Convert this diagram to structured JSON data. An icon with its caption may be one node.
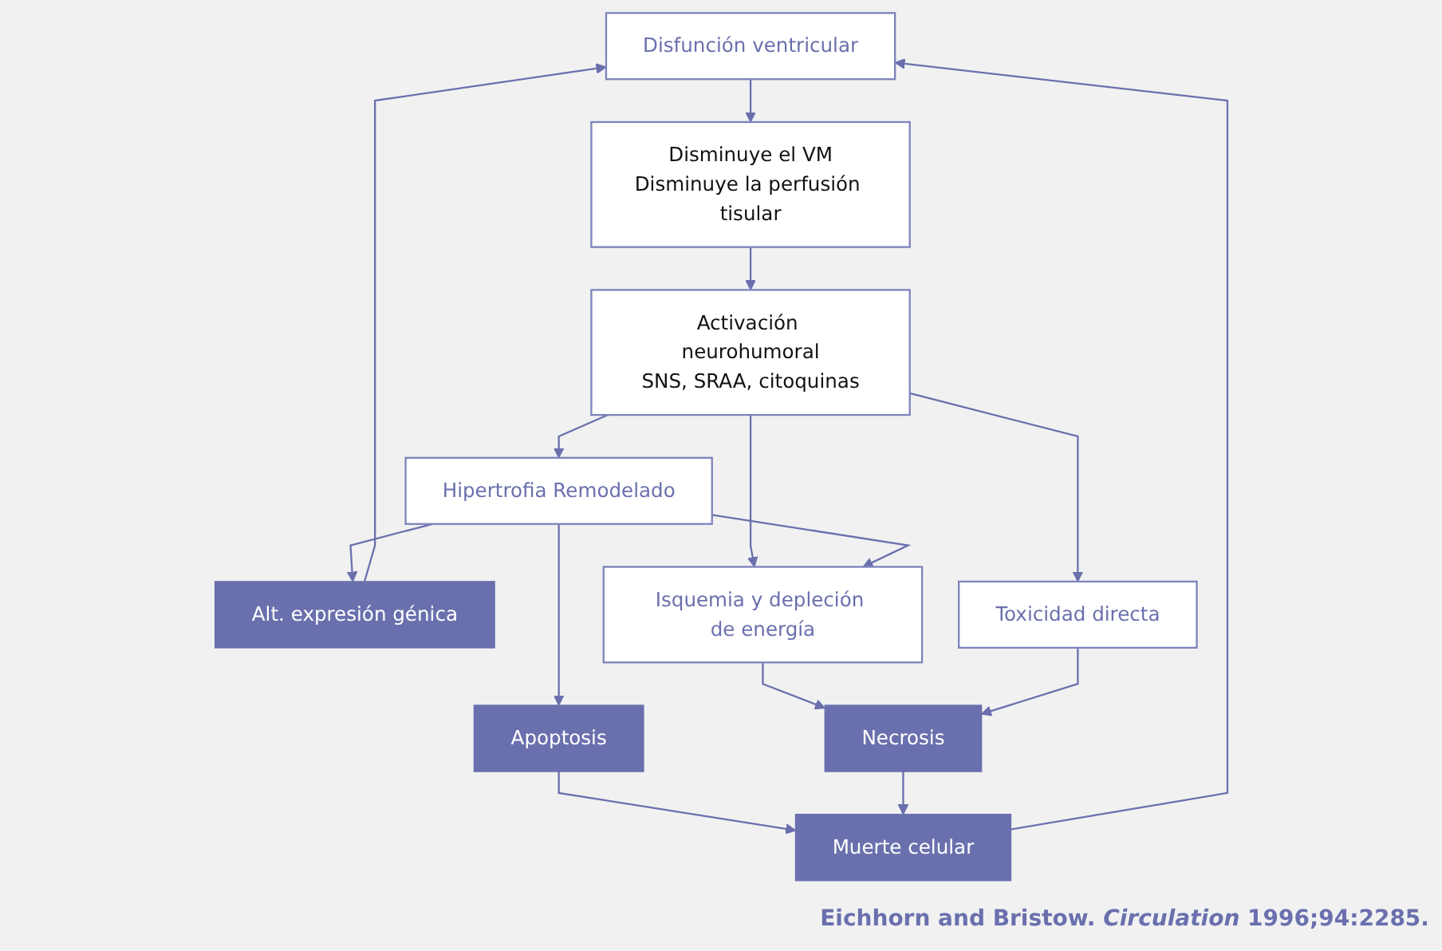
{
  "diagram": {
    "nodes": [
      {
        "text": [
          "Disfunción ventricular"
        ]
      },
      {
        "text": [
          "Disminuye el VM",
          "Disminuye la perfusión tisular"
        ]
      },
      {
        "text": [
          "Alt. expresión génica"
        ]
      },
      {
        "text": [
          "Activación neurohumoral",
          "SNS, SRAA, citoquinas"
        ]
      },
      {
        "text": [
          "Hipertrofia Remodelado"
        ]
      },
      {
        "text": [
          "Isquemia y depleción de energía"
        ]
      },
      {
        "text": [
          "Toxicidad directa"
        ]
      },
      {
        "text": [
          "Apoptosis"
        ]
      },
      {
        "text": [
          "Necrosis"
        ]
      },
      {
        "text": [
          "Muerte celular"
        ]
      }
    ],
    "edges": [
      {
        "from": 0,
        "to": 1,
        "arrow": "to"
      },
      {
        "from": 1,
        "to": 3,
        "arrow": "to"
      },
      {
        "from": 3,
        "to": 4,
        "arrow": "to"
      },
      {
        "from": 3,
        "to": 5,
        "arrow": "to"
      },
      {
        "from": 3,
        "to": 6,
        "arrow": "to"
      },
      {
        "from": 4,
        "to": 2,
        "arrow": "to"
      },
      {
        "from": 2,
        "to": 0,
        "arrow": "to"
      },
      {
        "from": 4,
        "to": 5,
        "arrow": "to"
      },
      {
        "from": 4,
        "to": 7,
        "arrow": "to"
      },
      {
        "from": 5,
        "to": 8,
        "arrow": "to"
      },
      {
        "from": 6,
        "to": 8,
        "arrow": "to"
      },
      {
        "from": 7,
        "to": 9,
        "arrow": "to"
      },
      {
        "from": 8,
        "to": 9,
        "arrow": "to"
      },
      {
        "from": 9,
        "to": 0,
        "arrow": "to"
      }
    ],
    "caption": "Eichhorn and Bristow. *Circulation* 1996;94:2285."
  }
}
